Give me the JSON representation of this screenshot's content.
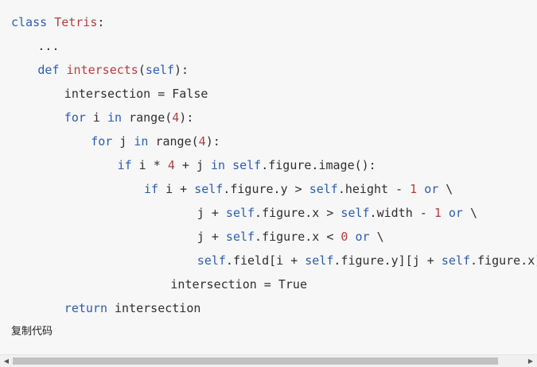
{
  "code_block": {
    "lines": [
      {
        "indent": 0,
        "tokens": [
          {
            "t": "class",
            "c": "kw"
          },
          {
            "t": " ",
            "c": "op"
          },
          {
            "t": "Tetris",
            "c": "fn"
          },
          {
            "t": ":",
            "c": "op"
          }
        ]
      },
      {
        "indent": 4,
        "tokens": [
          {
            "t": "...",
            "c": "op"
          }
        ]
      },
      {
        "indent": 4,
        "tokens": [
          {
            "t": "def",
            "c": "kw"
          },
          {
            "t": " ",
            "c": "op"
          },
          {
            "t": "intersects",
            "c": "fn"
          },
          {
            "t": "(",
            "c": "op"
          },
          {
            "t": "self",
            "c": "kw"
          },
          {
            "t": "):",
            "c": "op"
          }
        ]
      },
      {
        "indent": 8,
        "tokens": [
          {
            "t": "intersection = False",
            "c": "op"
          }
        ]
      },
      {
        "indent": 8,
        "tokens": [
          {
            "t": "for",
            "c": "kw"
          },
          {
            "t": " i ",
            "c": "op"
          },
          {
            "t": "in",
            "c": "kw"
          },
          {
            "t": " range(",
            "c": "op"
          },
          {
            "t": "4",
            "c": "num"
          },
          {
            "t": "):",
            "c": "op"
          }
        ]
      },
      {
        "indent": 12,
        "tokens": [
          {
            "t": "for",
            "c": "kw"
          },
          {
            "t": " j ",
            "c": "op"
          },
          {
            "t": "in",
            "c": "kw"
          },
          {
            "t": " range(",
            "c": "op"
          },
          {
            "t": "4",
            "c": "num"
          },
          {
            "t": "):",
            "c": "op"
          }
        ]
      },
      {
        "indent": 16,
        "tokens": [
          {
            "t": "if",
            "c": "kw"
          },
          {
            "t": " i * ",
            "c": "op"
          },
          {
            "t": "4",
            "c": "num"
          },
          {
            "t": " + j ",
            "c": "op"
          },
          {
            "t": "in",
            "c": "kw"
          },
          {
            "t": " ",
            "c": "op"
          },
          {
            "t": "self",
            "c": "kw"
          },
          {
            "t": ".figure.image():",
            "c": "op"
          }
        ]
      },
      {
        "indent": 20,
        "tokens": [
          {
            "t": "if",
            "c": "kw"
          },
          {
            "t": " i + ",
            "c": "op"
          },
          {
            "t": "self",
            "c": "kw"
          },
          {
            "t": ".figure.y > ",
            "c": "op"
          },
          {
            "t": "self",
            "c": "kw"
          },
          {
            "t": ".height - ",
            "c": "op"
          },
          {
            "t": "1",
            "c": "num"
          },
          {
            "t": " ",
            "c": "op"
          },
          {
            "t": "or",
            "c": "kw"
          },
          {
            "t": " \\",
            "c": "op"
          }
        ]
      },
      {
        "indent": 28,
        "tokens": [
          {
            "t": "j + ",
            "c": "op"
          },
          {
            "t": "self",
            "c": "kw"
          },
          {
            "t": ".figure.x > ",
            "c": "op"
          },
          {
            "t": "self",
            "c": "kw"
          },
          {
            "t": ".width - ",
            "c": "op"
          },
          {
            "t": "1",
            "c": "num"
          },
          {
            "t": " ",
            "c": "op"
          },
          {
            "t": "or",
            "c": "kw"
          },
          {
            "t": " \\",
            "c": "op"
          }
        ]
      },
      {
        "indent": 28,
        "tokens": [
          {
            "t": "j + ",
            "c": "op"
          },
          {
            "t": "self",
            "c": "kw"
          },
          {
            "t": ".figure.x < ",
            "c": "op"
          },
          {
            "t": "0",
            "c": "num"
          },
          {
            "t": " ",
            "c": "op"
          },
          {
            "t": "or",
            "c": "kw"
          },
          {
            "t": " \\",
            "c": "op"
          }
        ]
      },
      {
        "indent": 28,
        "tokens": [
          {
            "t": "self",
            "c": "kw"
          },
          {
            "t": ".field[i + ",
            "c": "op"
          },
          {
            "t": "self",
            "c": "kw"
          },
          {
            "t": ".figure.y][j + ",
            "c": "op"
          },
          {
            "t": "self",
            "c": "kw"
          },
          {
            "t": ".figure.x] >",
            "c": "op"
          }
        ]
      },
      {
        "indent": 24,
        "tokens": [
          {
            "t": "intersection = True",
            "c": "op"
          }
        ]
      },
      {
        "indent": 8,
        "tokens": [
          {
            "t": "return",
            "c": "kw"
          },
          {
            "t": " intersection",
            "c": "op"
          }
        ]
      }
    ]
  },
  "copy_button": {
    "label": "复制代码"
  },
  "scrollbar": {
    "left_arrow": "◀",
    "right_arrow": "▶"
  },
  "colors": {
    "keyword": "#2a5db0",
    "name": "#b43d3d",
    "number": "#b43d3d",
    "text": "#2f2f2f"
  }
}
